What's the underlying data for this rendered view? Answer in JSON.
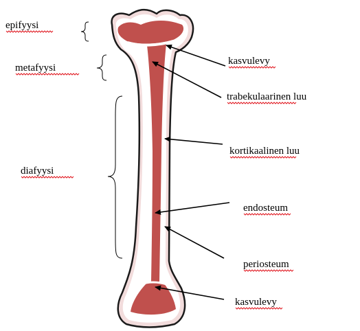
{
  "colors": {
    "bone_outline": "#1a1a1a",
    "periosteum": "#f2dcdc",
    "cortex": "#ffffff",
    "marrow": "#c0504d",
    "label_text": "#000000",
    "spellcheck_underline": "#e0151d"
  },
  "regions": {
    "epiphysis": "epifyysi",
    "metaphysis": "metafyysi",
    "diaphysis": "diafyysi"
  },
  "labels": {
    "growth_plate_top": "kasvulevy",
    "trabecular_bone": "trabekulaarinen luu",
    "cortical_bone": "kortikaalinen luu",
    "endosteum": "endosteum",
    "periosteum": "periosteum",
    "growth_plate_bottom": "kasvulevy"
  },
  "icons": {
    "region_bracket": "curly-brace-icon",
    "pointer": "arrow-icon"
  }
}
